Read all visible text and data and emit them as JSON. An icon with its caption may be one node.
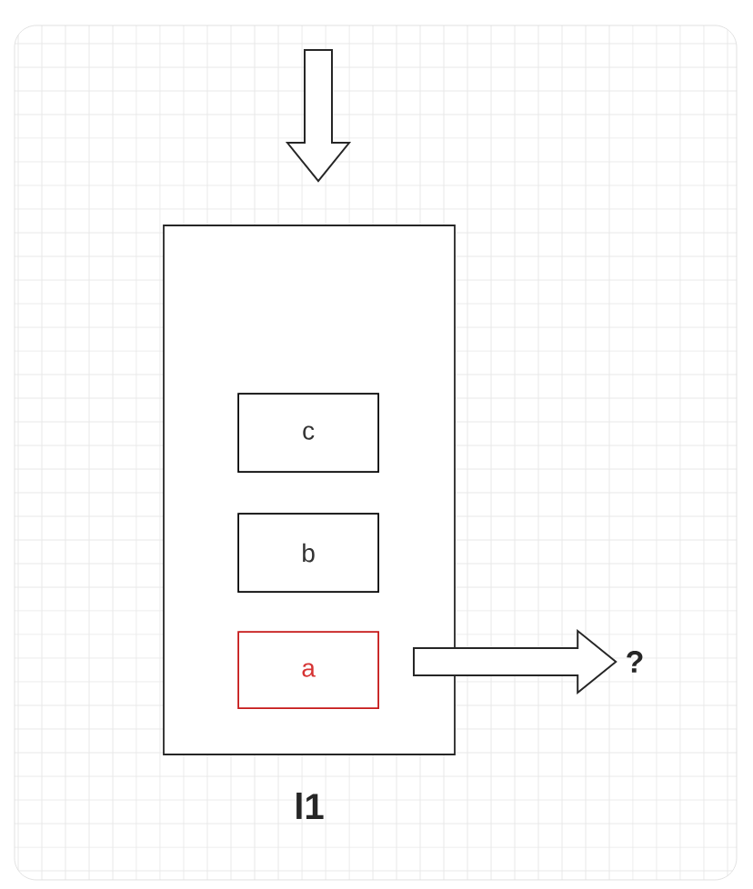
{
  "diagram": {
    "nodes": [
      {
        "text": [],
        "shape": "box",
        "beside": [
          "l1"
        ]
      },
      {
        "text": [
          "c"
        ],
        "in": 0
      },
      {
        "text": [
          "b"
        ],
        "in": 0
      },
      {
        "text": [
          "a"
        ],
        "in": 0
      },
      {
        "text": [
          "?"
        ]
      }
    ],
    "edges": [
      {
        "from": null,
        "to": 0,
        "arrow": "to"
      },
      {
        "from": 3,
        "to": 4,
        "arrow": "to"
      }
    ]
  }
}
